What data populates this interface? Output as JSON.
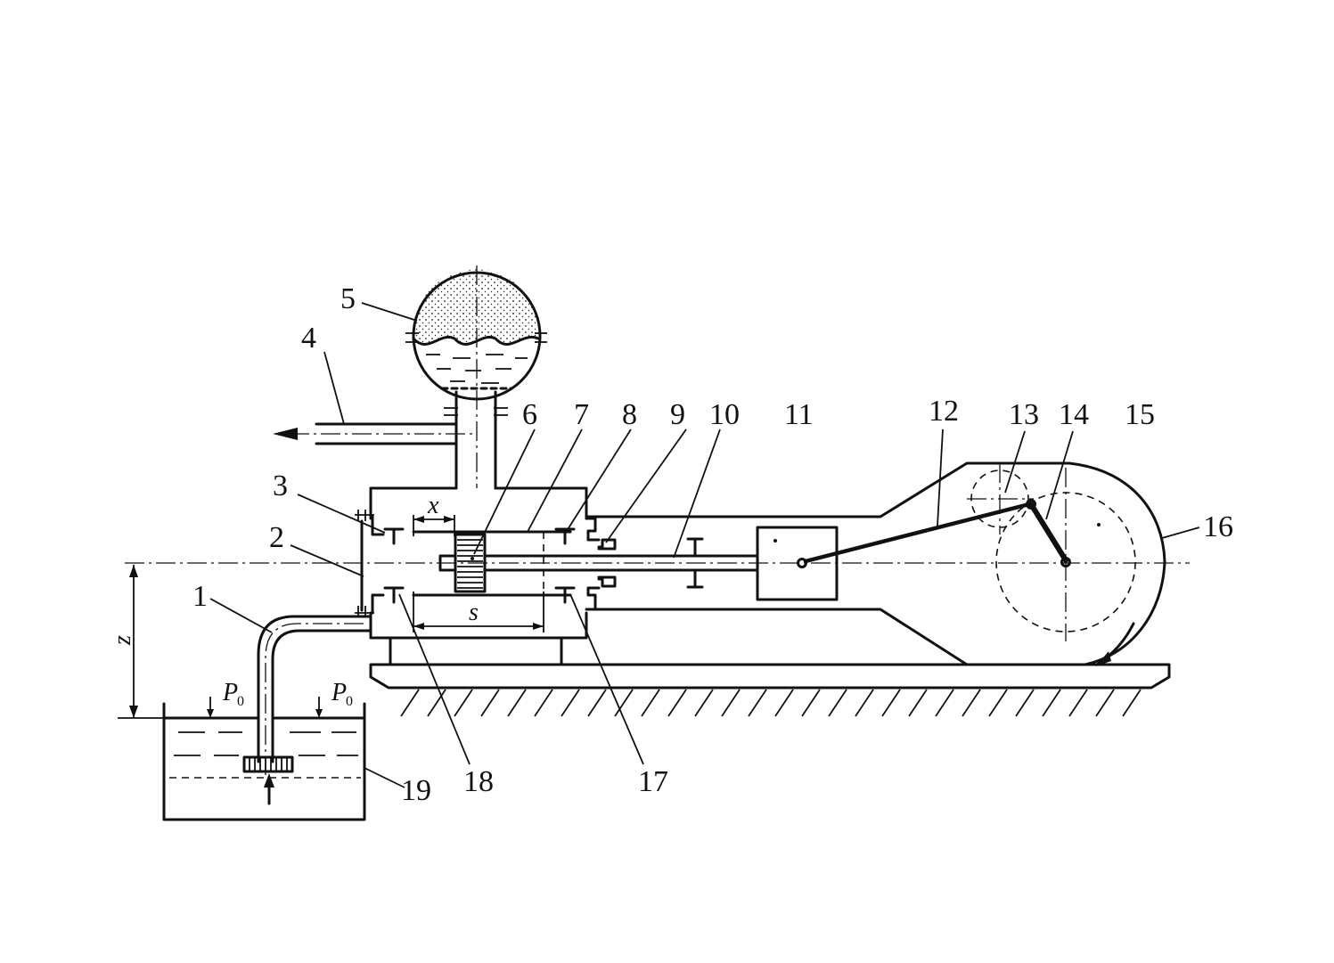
{
  "labels": {
    "n1": "1",
    "n2": "2",
    "n3": "3",
    "n4": "4",
    "n5": "5",
    "n6": "6",
    "n7": "7",
    "n8": "8",
    "n9": "9",
    "n10": "10",
    "n11": "11",
    "n12": "12",
    "n13": "13",
    "n14": "14",
    "n15": "15",
    "n16": "16",
    "n17": "17",
    "n18": "18",
    "n19": "19"
  },
  "symbols": {
    "x": "x",
    "s": "s",
    "z": "z",
    "p0_left": "P",
    "p0_left_sub": "0",
    "p0_right": "P",
    "p0_right_sub": "0"
  }
}
